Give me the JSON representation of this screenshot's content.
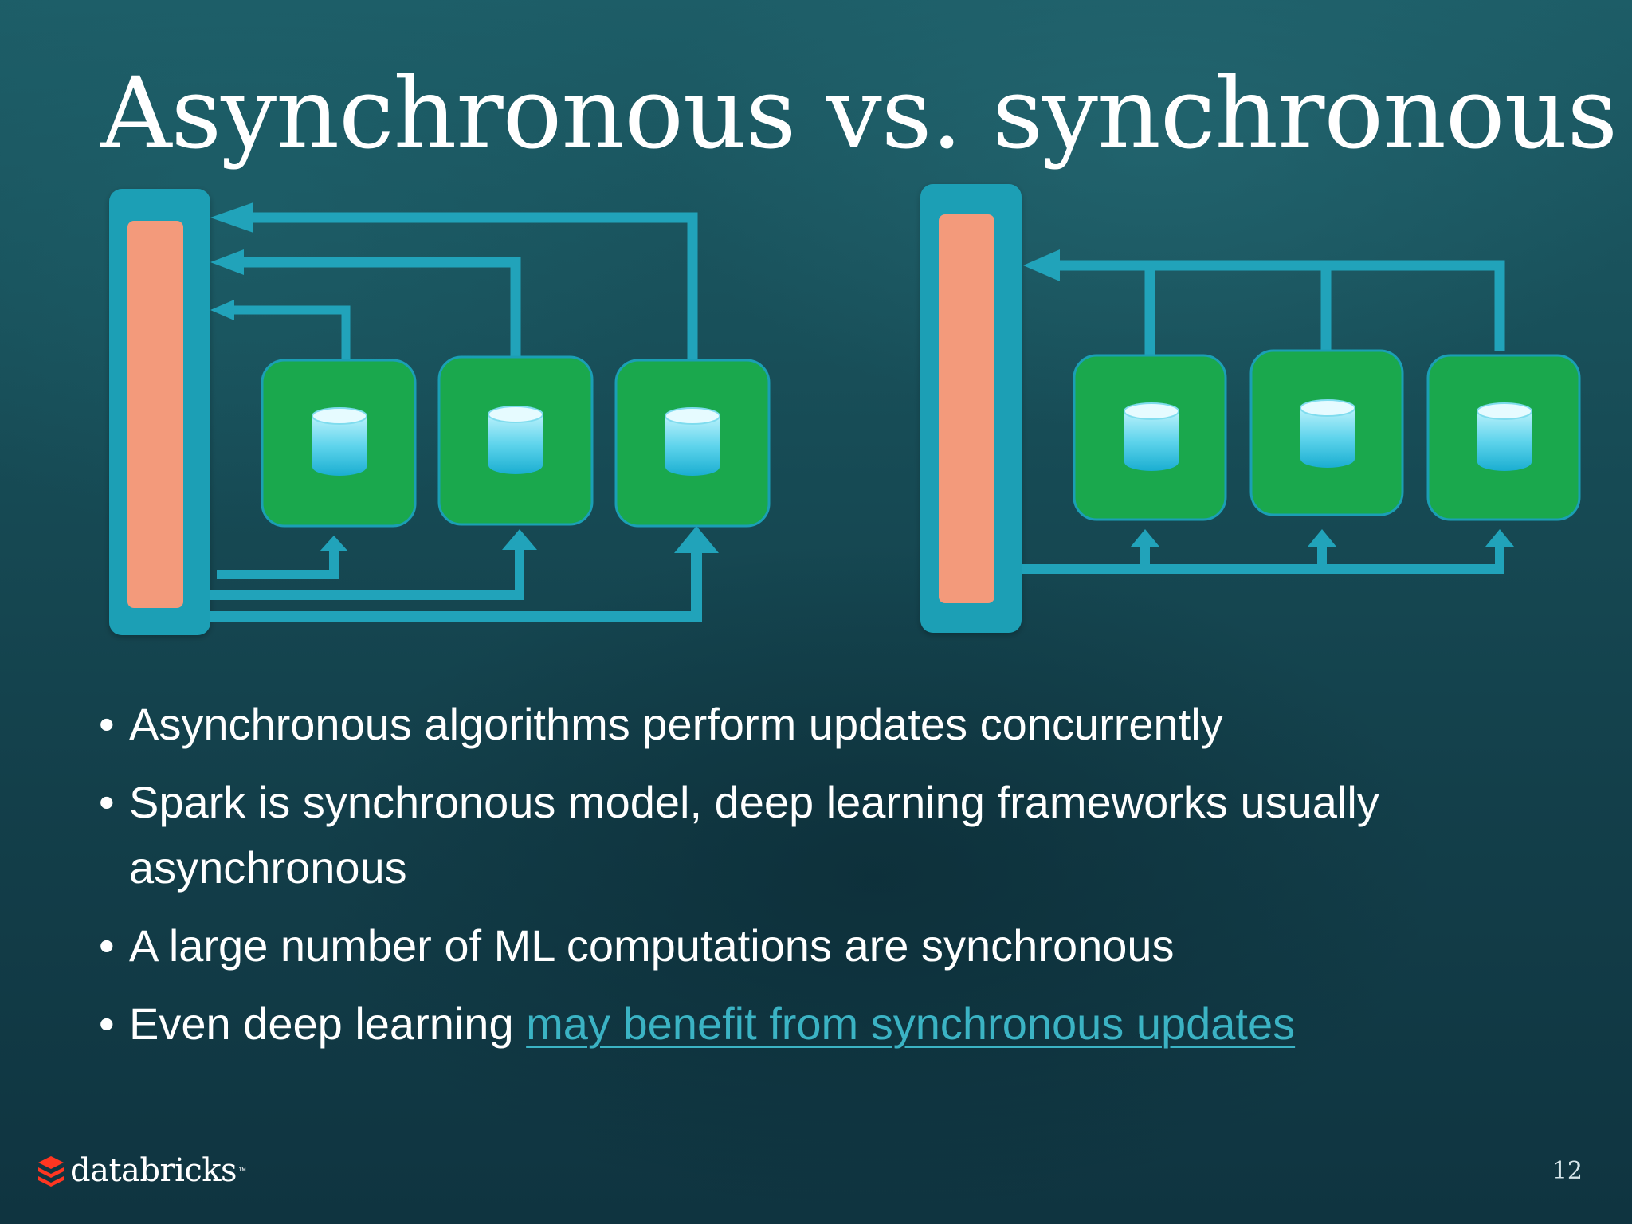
{
  "slide": {
    "title": "Asynchronous vs. synchronous",
    "bullet_char": "•",
    "bullets": [
      "Asynchronous algorithms perform updates concurrently",
      "Spark is synchronous model, deep learning frameworks usually asynchronous",
      "A large number of ML computations are synchronous"
    ],
    "bullet4_prefix": "Even deep learning ",
    "bullet4_link": "may benefit from synchronous updates",
    "page_number": "12"
  },
  "footer": {
    "logo_text": "databricks",
    "logo_trademark": "™"
  },
  "colors": {
    "frame": "#1b9fb5",
    "server": "#f39a7b",
    "worker": "#1aa84d",
    "arrow": "#21a3ba",
    "link": "#3bb3c4"
  },
  "icons": [
    "database-icon",
    "databricks-logo-icon"
  ]
}
